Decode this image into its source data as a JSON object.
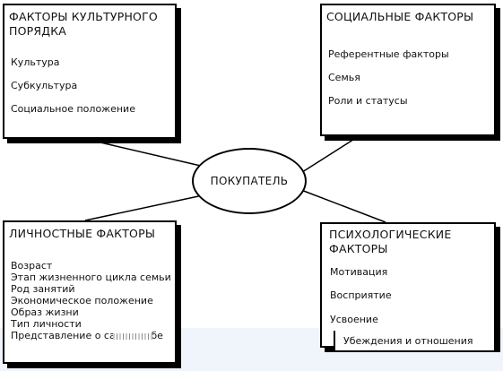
{
  "center": {
    "label": "ПОКУПАТЕЛЬ"
  },
  "cultural": {
    "title_line1": "ФАКТОРЫ КУЛЬТУРНОГО",
    "title_line2": "ПОРЯДКА",
    "items": [
      "Культура",
      "Субкультура",
      "Социальное положение"
    ]
  },
  "social": {
    "title": "СОЦИАЛЬНЫЕ ФАКТОРЫ",
    "items": [
      "Референтные факторы",
      "Семья",
      "Роли и статусы"
    ]
  },
  "personal": {
    "title": "ЛИЧНОСТНЫЕ ФАКТОРЫ",
    "items": [
      "Возраст",
      "Этап жизненного цикла семьи",
      "Род занятий",
      "Экономическое положение",
      "Образ жизни",
      "Тип личности",
      "Представление о самом себе"
    ]
  },
  "psychological": {
    "title_line1": "ПСИХОЛОГИЧЕСКИЕ",
    "title_line2": "ФАКТОРЫ",
    "items": [
      "Мотивация",
      "Восприятие",
      "Усвоение",
      "Убеждения и отношения"
    ]
  }
}
